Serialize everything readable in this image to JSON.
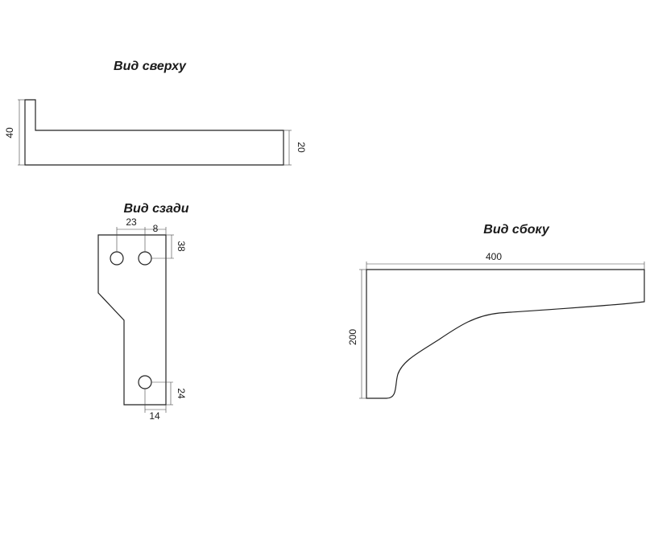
{
  "views": {
    "top": {
      "title": "Вид сверху",
      "dims": {
        "height_left": "40",
        "height_right": "20"
      }
    },
    "back": {
      "title": "Вид сзади",
      "dims": {
        "top_offset_left": "23",
        "top_offset_right": "8",
        "right_top": "38",
        "right_bottom": "24",
        "bottom": "14"
      }
    },
    "side": {
      "title": "Вид сбоку",
      "dims": {
        "length": "400",
        "height": "200"
      }
    }
  },
  "colors": {
    "stroke": "#222222",
    "background": "#ffffff"
  }
}
